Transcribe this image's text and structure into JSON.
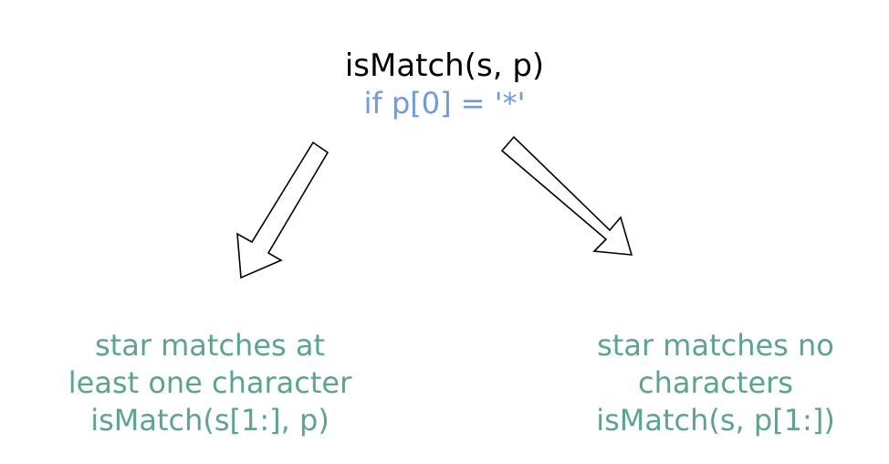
{
  "root": {
    "call": "isMatch(s, p)",
    "condition": "if p[0] = '*'"
  },
  "branches": {
    "left": {
      "line1": "star matches at",
      "line2": "least one character",
      "call": "isMatch(s[1:], p)"
    },
    "right": {
      "line1": "star matches no",
      "line2": "characters",
      "call": "isMatch(s, p[1:])"
    }
  },
  "colors": {
    "root_text": "#000000",
    "condition_text": "#6d9be0",
    "branch_text": "#5aa58c",
    "arrow_stroke": "#000000"
  }
}
